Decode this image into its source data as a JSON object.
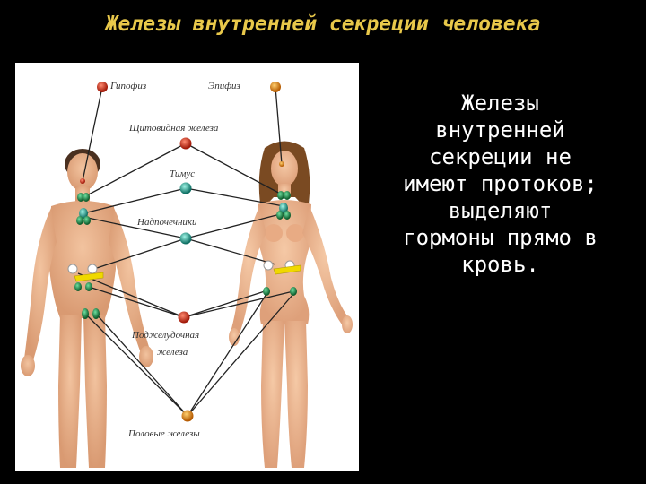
{
  "title": "Железы внутренней секреции человека",
  "diagram_labels": {
    "pituitary": "Гипофиз",
    "pineal": "Эпифиз",
    "thyroid": "Щитовидная железа",
    "thymus": "Тимус",
    "adrenal": "Надпочечники",
    "pancreas_line1": "Поджелудочная",
    "pancreas_line2": "железа",
    "gonads": "Половые железы"
  },
  "description_lines": [
    "Железы",
    "внутренней",
    "секреции не",
    "имеют протоков;",
    "выделяют",
    "гормоны прямо в",
    "кровь."
  ],
  "colors": {
    "title": "#e8c84a",
    "skin": "#e7b08b",
    "gland_red": "#c0251a",
    "gland_orange": "#d97a10",
    "gland_green": "#1a7a3a",
    "gland_teal": "#1a9a8a",
    "gland_yellow": "#f0d800"
  }
}
